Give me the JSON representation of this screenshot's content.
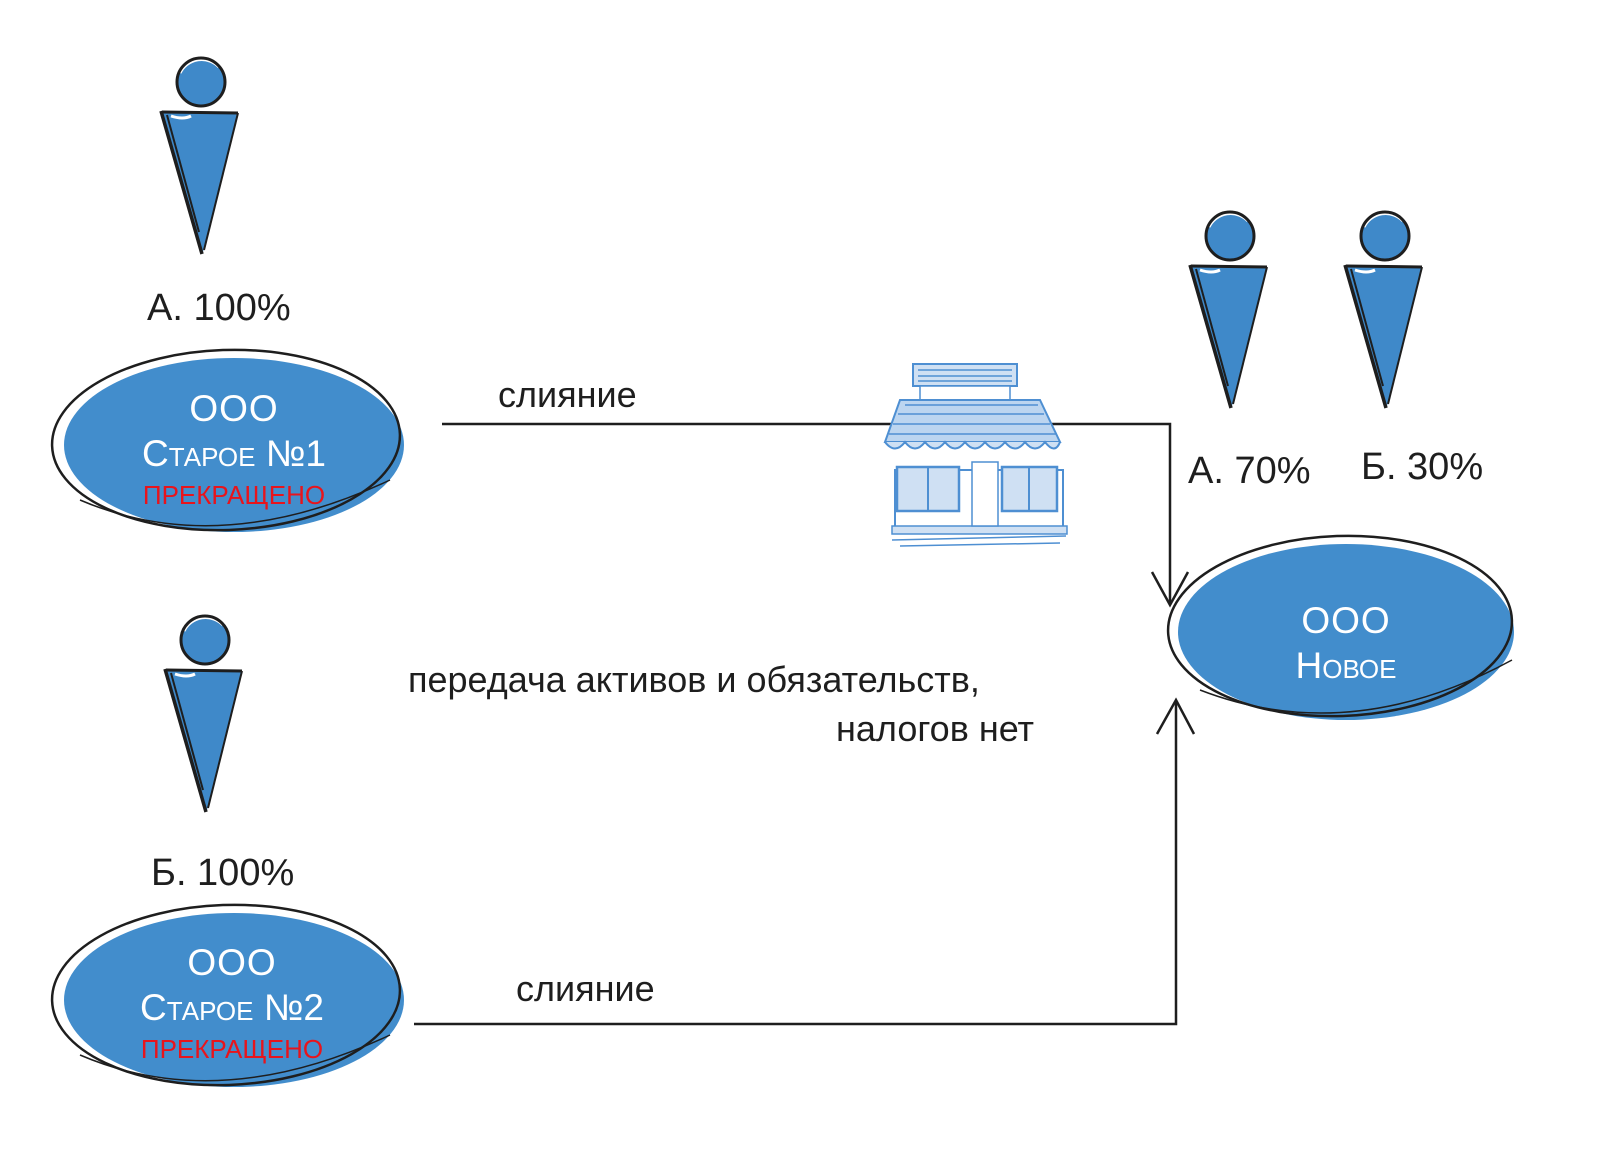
{
  "colors": {
    "figure_fill": "#3f89c9",
    "ellipse_fill": "#428dcc",
    "status_red": "#e8141c",
    "line": "#1e1e1e"
  },
  "owners": [
    {
      "icon": "person-icon",
      "label": "А. 100%"
    },
    {
      "icon": "person-icon",
      "label": "Б. 100%"
    }
  ],
  "new_owners": [
    {
      "icon": "person-icon",
      "label": "А. 70%"
    },
    {
      "icon": "person-icon",
      "label": "Б. 30%"
    }
  ],
  "old_companies": [
    {
      "type": "ООО",
      "name": "Старое №1",
      "status": "ПРЕКРАЩЕНО"
    },
    {
      "type": "ООО",
      "name": "Старое №2",
      "status": "ПРЕКРАЩЕНО"
    }
  ],
  "new_company": {
    "type": "ООО",
    "name": "Новое"
  },
  "edges": {
    "merge_top": "слияние",
    "merge_bottom": "слияние"
  },
  "note": {
    "line1": "передача активов и обязательств,",
    "line2": "налогов нет"
  },
  "building_icon": "shop-building-icon"
}
